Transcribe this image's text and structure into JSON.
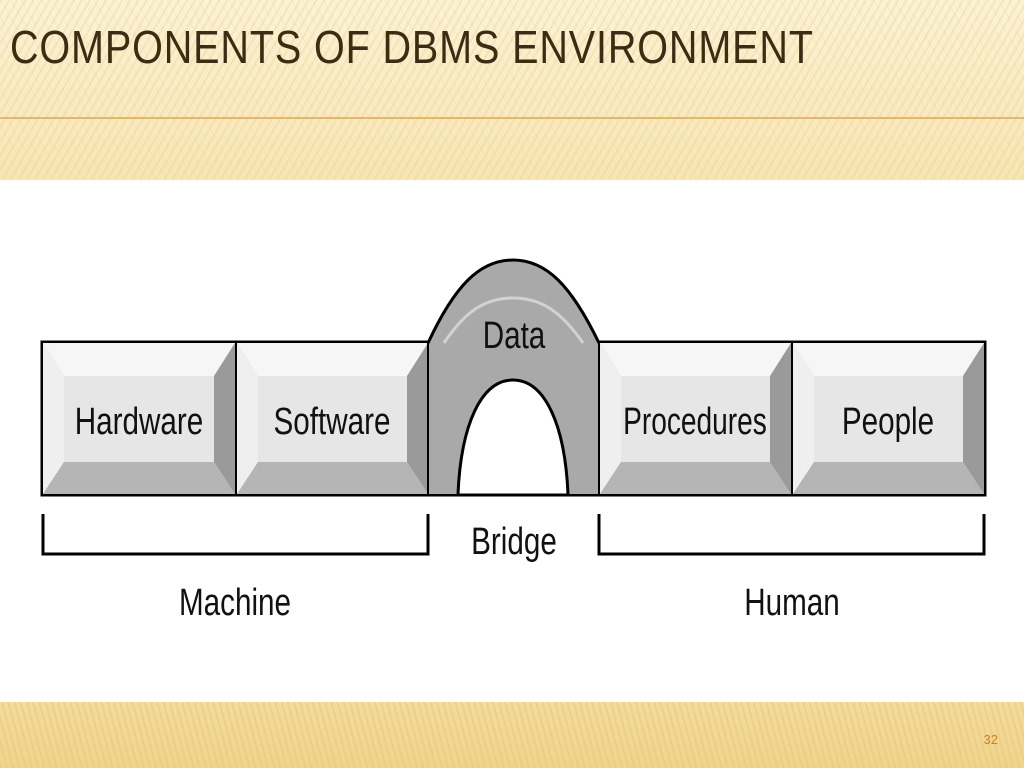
{
  "slide": {
    "title": "COMPONENTS OF DBMS ENVIRONMENT",
    "page_number": "32"
  },
  "diagram": {
    "components": [
      {
        "label": "Hardware"
      },
      {
        "label": "Software"
      },
      {
        "label": "Data"
      },
      {
        "label": "Procedures"
      },
      {
        "label": "People"
      }
    ],
    "bridge_label": "Bridge",
    "groups": {
      "left": "Machine",
      "right": "Human"
    }
  },
  "colors": {
    "title_text": "#3b2d14",
    "rule": "#e6b66a",
    "page_number": "#c0862a",
    "bridge_fill": "#a9a9a9",
    "key_face": "#e6e6e6"
  }
}
